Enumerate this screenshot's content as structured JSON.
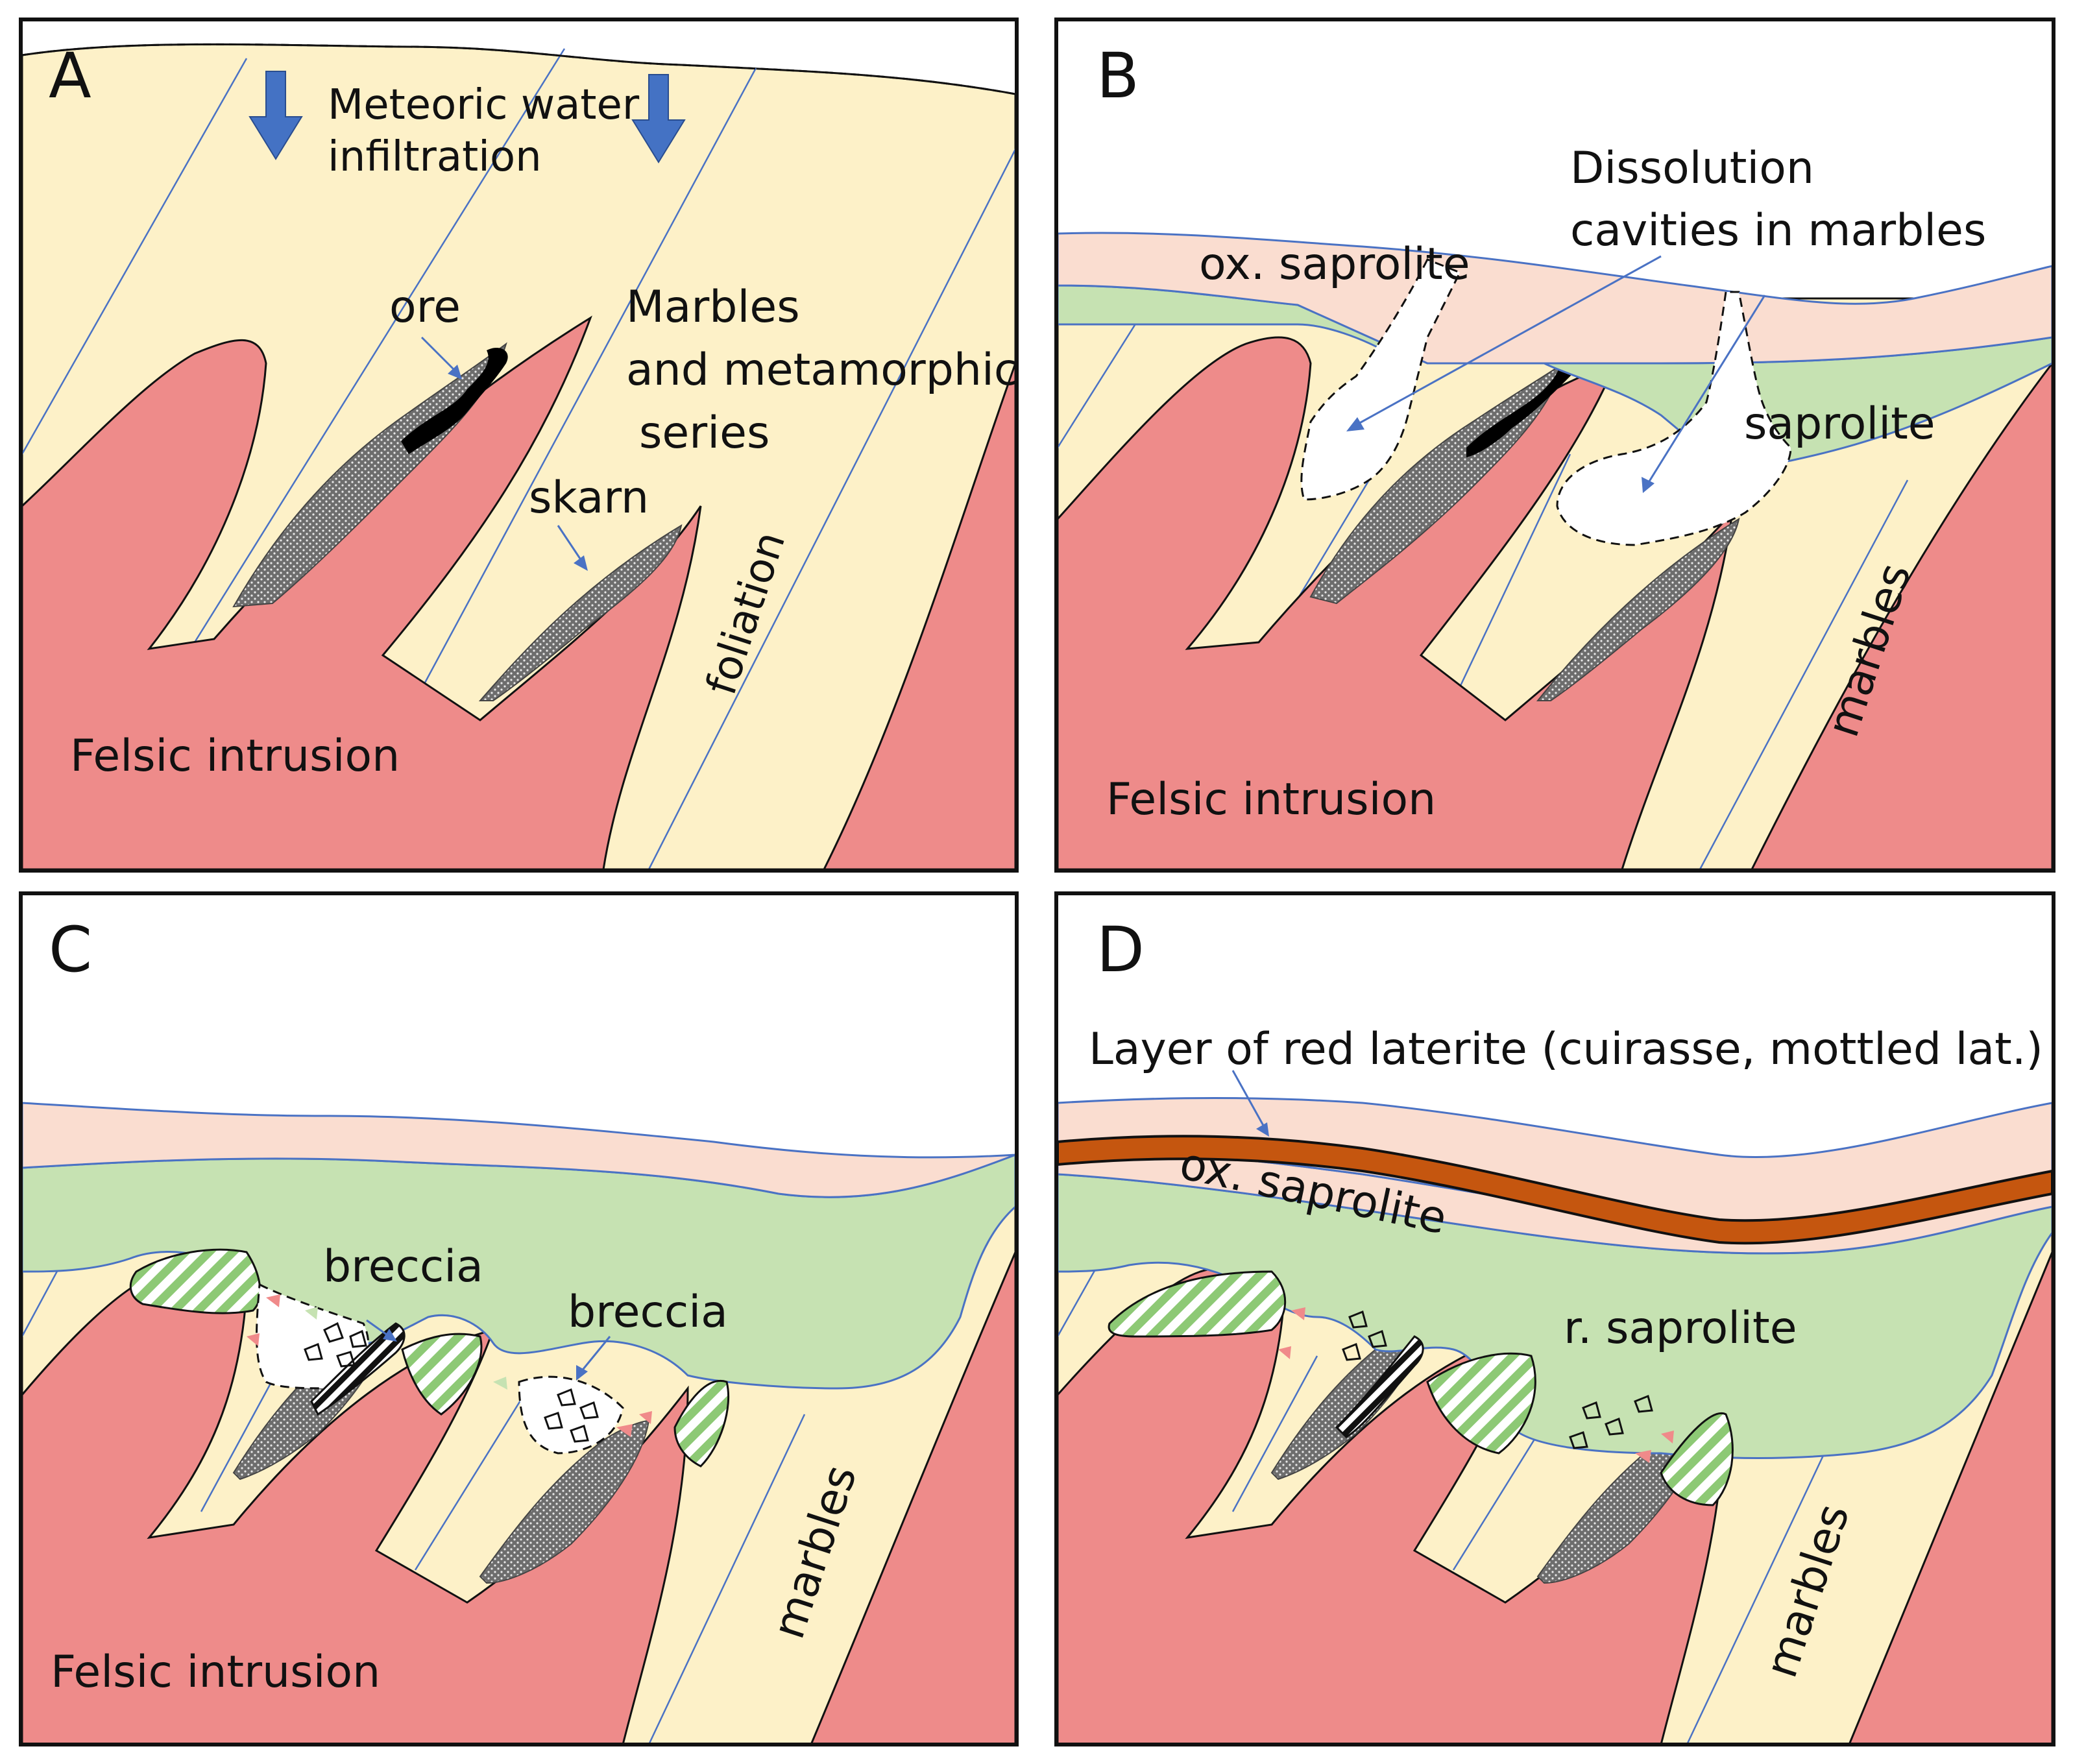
{
  "panels": {
    "a": {
      "letter": "A",
      "meteoric_1": "Meteoric water",
      "meteoric_2": "infiltration",
      "ore": "ore",
      "marbles_1": "Marbles",
      "marbles_2": "and metamorphic",
      "marbles_3": "series",
      "skarn": "skarn",
      "foliation": "foliation",
      "felsic": "Felsic intrusion"
    },
    "b": {
      "letter": "B",
      "dissolution_1": "Dissolution",
      "dissolution_2": "cavities in marbles",
      "ox_saprolite": "ox. saprolite",
      "saprolite": "saprolite",
      "marbles": "marbles",
      "felsic": "Felsic intrusion"
    },
    "c": {
      "letter": "C",
      "breccia_1": "breccia",
      "breccia_2": "breccia",
      "marbles": "marbles",
      "felsic": "Felsic intrusion"
    },
    "d": {
      "letter": "D",
      "laterite": "Layer of red laterite (cuirasse, mottled lat.)",
      "ox_saprolite": "ox. saprolite",
      "r_saprolite": "r. saprolite",
      "marbles": "marbles"
    }
  },
  "colors": {
    "marbles": "#FDF1C8",
    "felsic_intrusion": "#EE8B8A",
    "ox_saprolite": "#FADDD0",
    "saprolite": "#C6E2B2",
    "laterite": "#C5560F",
    "water_arrow": "#4472C4"
  }
}
